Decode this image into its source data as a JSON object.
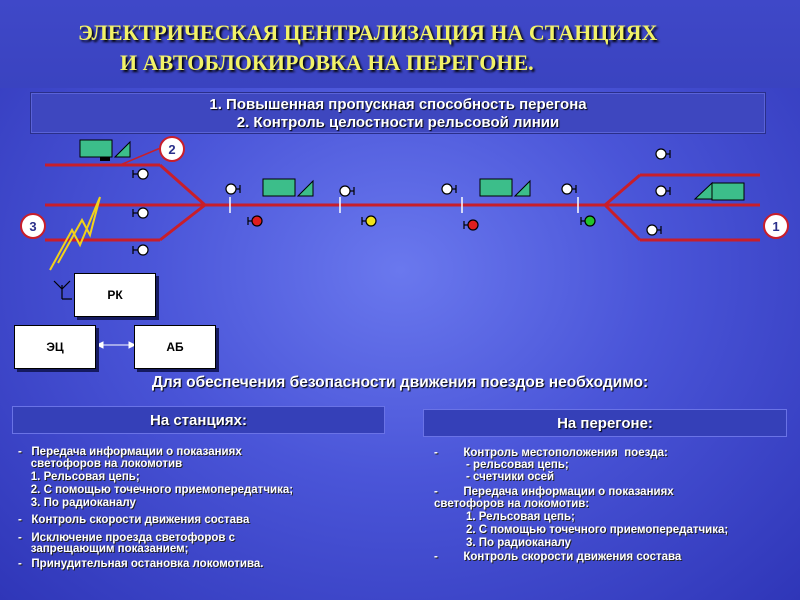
{
  "title": {
    "line1": "ЭЛЕКТРИЧЕСКАЯ ЦЕНТРАЛИЗАЦИЯ НА СТАНЦИЯХ",
    "line2": "И АВТОБЛОКИРОВКА НА ПЕРЕГОНЕ."
  },
  "header": {
    "item1": "1. Повышенная пропускная способность перегона",
    "item2": "2. Контроль целостности рельсовой линии"
  },
  "diagram": {
    "badges": [
      "2",
      "3",
      "1"
    ],
    "blocks": {
      "rk": "РК",
      "ec": "ЭЦ",
      "ab": "АБ"
    },
    "colors": {
      "track": "#c81e2a",
      "train": "#3cbe8a",
      "red": "#e01e1e",
      "yellow": "#f2e21a",
      "green": "#22c42a",
      "lightning": "#f2d21a"
    }
  },
  "middle": "Для обеспечения безопасности движения поездов необходимо:",
  "stations": {
    "heading": "На станциях:",
    "lines": [
      "-   Передача информации о показаниях",
      "    светофоров на локомотив",
      "    1. Рельсовая цепь;",
      "    2. С помощью точечного приемопередатчика;",
      "    3. По радиоканалу",
      "-   Контроль скорости движения состава",
      "-   Исключение проезда светофоров с",
      "    запрещающим показанием;",
      "-   Принудительная остановка локомотива."
    ]
  },
  "haul": {
    "heading": "На перегоне:",
    "lines": [
      "-        Контроль местоположения  поезда:",
      "          - рельсовая цепь;",
      "          - счетчики осей",
      "-        Передача информации о показаниях",
      "светофоров на локомотив:",
      "          1. Рельсовая цепь;",
      "          2. С помощью точечного приемопередатчика;",
      "          3. По радиоканалу",
      "-        Контроль скорости движения состава"
    ]
  }
}
